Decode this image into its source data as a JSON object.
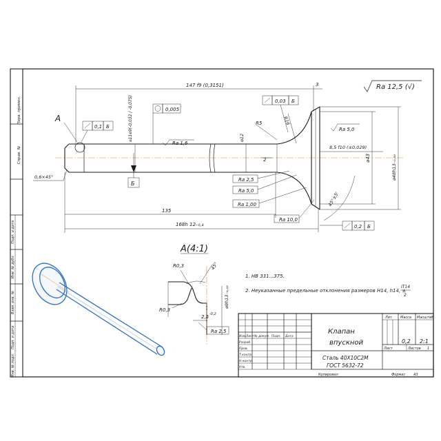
{
  "left_strip": {
    "inv_podl": "Инв. № подл.",
    "podp_data_1": "Подп. и дата",
    "vzam_inv": "Взам. инв. №",
    "inv_dubl": "Инв. № дубл.",
    "podp_data_2": "Подп. и дата",
    "sprav": "Справ. №",
    "perv_primen": "Перв. примен."
  },
  "roughness_general": "Ra 12,5 (√)",
  "section_label": "A",
  "detail_title": "A(4:1)",
  "base_letter": "Б",
  "dims": {
    "d147": "147 f9 (0,3151)",
    "d3": "3",
    "d135": "135",
    "d168": "168h 12₋₀,₄",
    "chamfer": "0,6×45°",
    "d8_5": "8,5 f10 (±0,029)",
    "d12": "⌀12",
    "d43": "⌀43",
    "d48": "⌀48h13₋₀,₃₉",
    "d2": "2",
    "r5": "R5",
    "r16": "R16",
    "angle": "45°±5'",
    "shank": "⌀11e9(-0,032 / -0,075)"
  },
  "roughness": {
    "ra16": "Ra 1,6",
    "ra50_top": "Ra 5,0",
    "ra25": "Ra 2,5",
    "ra50": "Ra 5,0",
    "ra100": "Ra 1,00",
    "ra10": "Ra 10,0"
  },
  "tolerances": {
    "runout_top": "0,1",
    "runout_top_base": "Б",
    "circularity": "0,005",
    "runout_head": "0,03",
    "runout_head_base": "Б",
    "runout_face": "0,2",
    "runout_face_base": "Б"
  },
  "detail": {
    "r03_top": "R0,3",
    "r03_left": "R0,3",
    "dim_25": "2,5",
    "tol_25": "-0,2",
    "angle": "45°",
    "dia": "⌀9h13₋₀,₂₂",
    "ra25": "Ra 2,5"
  },
  "notes": {
    "n1": "1. HB 331...375.",
    "n2": "2. Неуказанные предельные отклонения размеров H14, h14, ±",
    "n2_frac_num": "IT14",
    "n2_frac_den": "2"
  },
  "title_block": {
    "name_line1": "Клапан",
    "name_line2": "впускной",
    "material_line1": "Сталь 40Х10С2М",
    "material_line2": "ГОСТ 5632-72",
    "lit": "Лит.",
    "massa": "Масса",
    "masshtab": "Масштаб",
    "mass_val": "0,2",
    "scale_val": "2:1",
    "list": "Лист",
    "listov": "Листов",
    "listov_val": "1",
    "izm": "Изм.",
    "list_col": "Лист",
    "doc_no": "№ докум.",
    "podp": "Подп.",
    "data": "Дата",
    "razrab": "Разраб.",
    "prov": "Пров.",
    "tkontr": "Т.контр.",
    "nkontr": "Н.контр.",
    "utv": "Утв.",
    "kopiroval": "Копировал",
    "format": "Формат",
    "format_val": "A3"
  }
}
